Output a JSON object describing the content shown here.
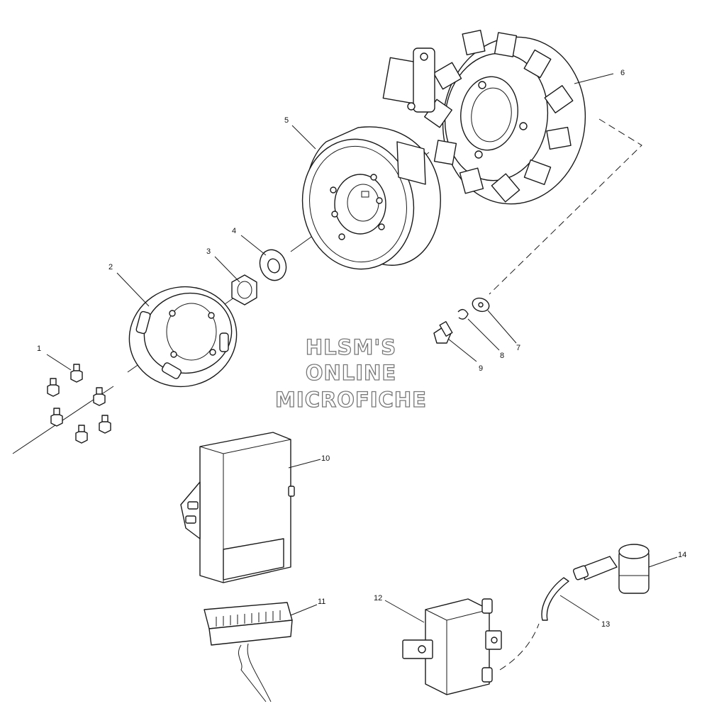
{
  "watermark": [
    "HLSM'S",
    "ONLINE",
    "MICROFICHE"
  ],
  "callouts": [
    {
      "id": "1",
      "label": "1"
    },
    {
      "id": "2",
      "label": "2"
    },
    {
      "id": "3",
      "label": "3"
    },
    {
      "id": "4",
      "label": "4"
    },
    {
      "id": "5",
      "label": "5"
    },
    {
      "id": "6",
      "label": "6"
    },
    {
      "id": "7",
      "label": "7"
    },
    {
      "id": "8",
      "label": "8"
    },
    {
      "id": "9",
      "label": "9"
    },
    {
      "id": "10",
      "label": "10"
    },
    {
      "id": "11",
      "label": "11"
    },
    {
      "id": "12",
      "label": "12"
    },
    {
      "id": "13",
      "label": "13"
    },
    {
      "id": "14",
      "label": "14"
    }
  ]
}
